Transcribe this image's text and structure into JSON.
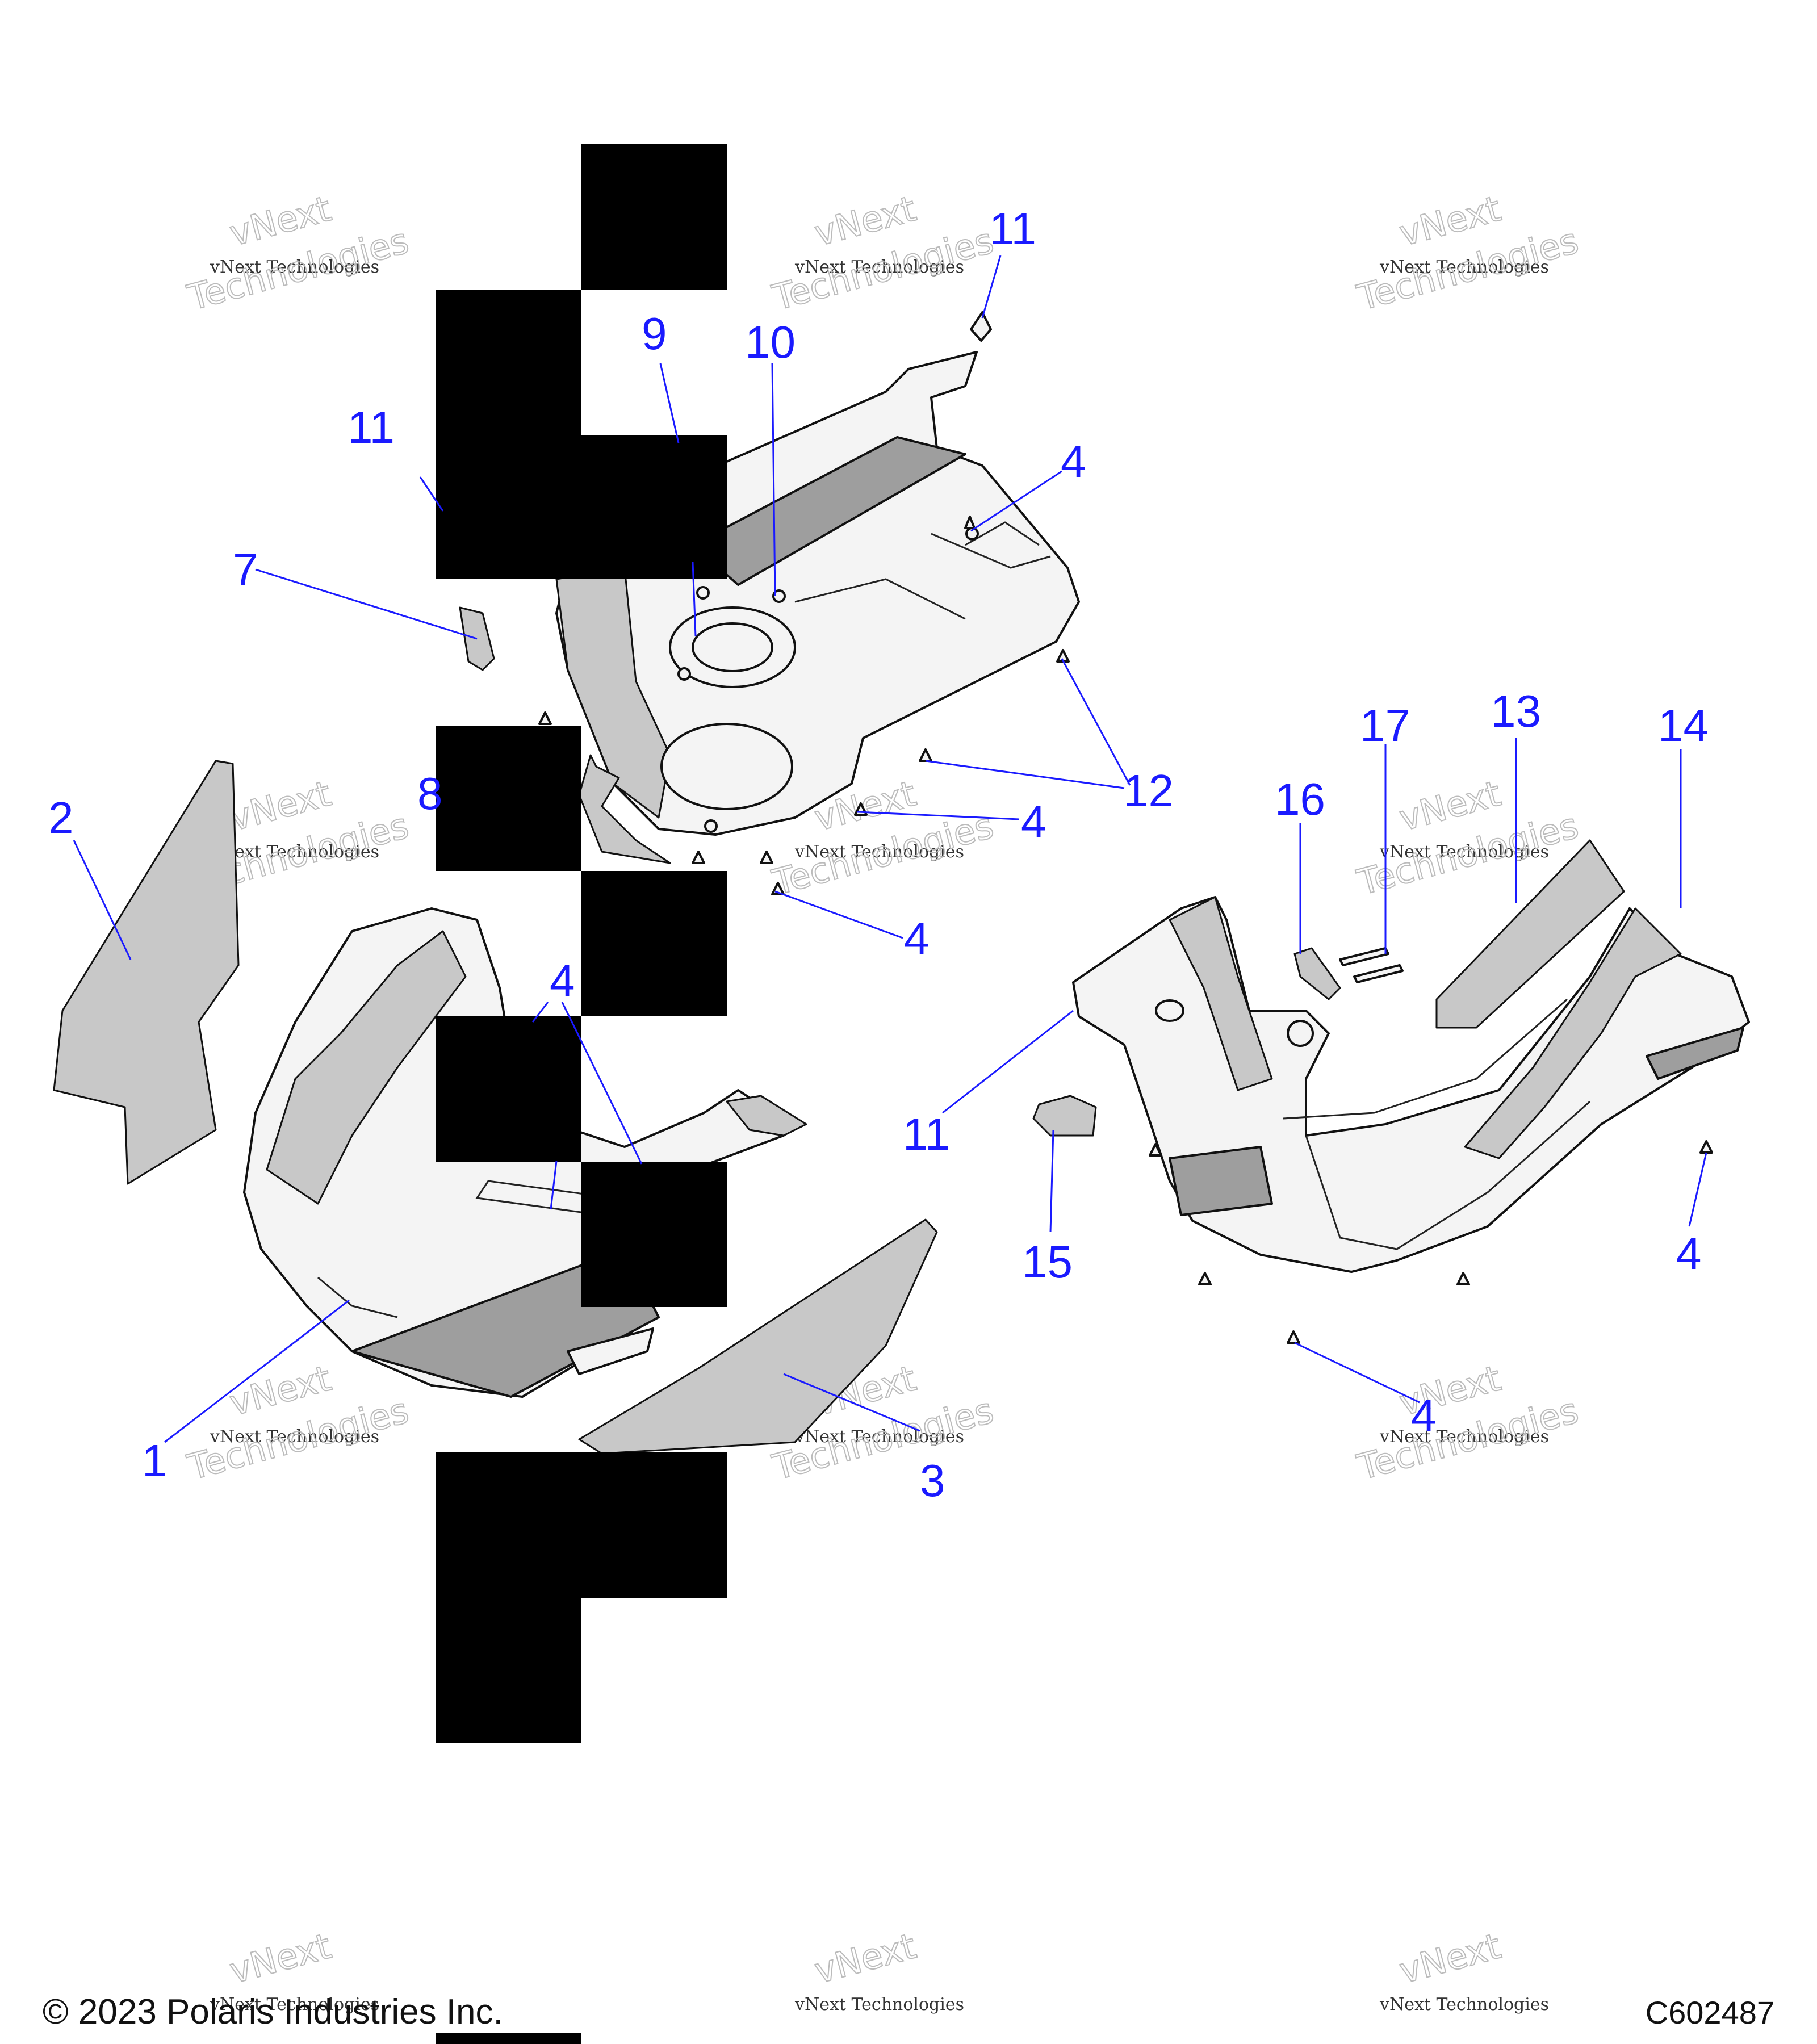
{
  "watermark": {
    "line1": "vNext",
    "line2": "vNext Technologies",
    "line3": "Technologies"
  },
  "callouts": [
    {
      "id": "c-11a",
      "label": "11"
    },
    {
      "id": "c-9",
      "label": "9"
    },
    {
      "id": "c-10",
      "label": "10"
    },
    {
      "id": "c-11b",
      "label": "11"
    },
    {
      "id": "c-4a",
      "label": "4"
    },
    {
      "id": "c-7",
      "label": "7"
    },
    {
      "id": "c-12",
      "label": "12"
    },
    {
      "id": "c-8",
      "label": "8"
    },
    {
      "id": "c-4b",
      "label": "4"
    },
    {
      "id": "c-4c",
      "label": "4"
    },
    {
      "id": "c-2",
      "label": "2"
    },
    {
      "id": "c-4d",
      "label": "4"
    },
    {
      "id": "c-1",
      "label": "1"
    },
    {
      "id": "c-3",
      "label": "3"
    },
    {
      "id": "c-17",
      "label": "17"
    },
    {
      "id": "c-13",
      "label": "13"
    },
    {
      "id": "c-14",
      "label": "14"
    },
    {
      "id": "c-16",
      "label": "16"
    },
    {
      "id": "c-11c",
      "label": "11"
    },
    {
      "id": "c-15",
      "label": "15"
    },
    {
      "id": "c-4e",
      "label": "4"
    },
    {
      "id": "c-4f",
      "label": "4"
    }
  ],
  "footer": {
    "copyright": "© 2023 Polaris Industries Inc.",
    "diagram_code": "C602487"
  }
}
